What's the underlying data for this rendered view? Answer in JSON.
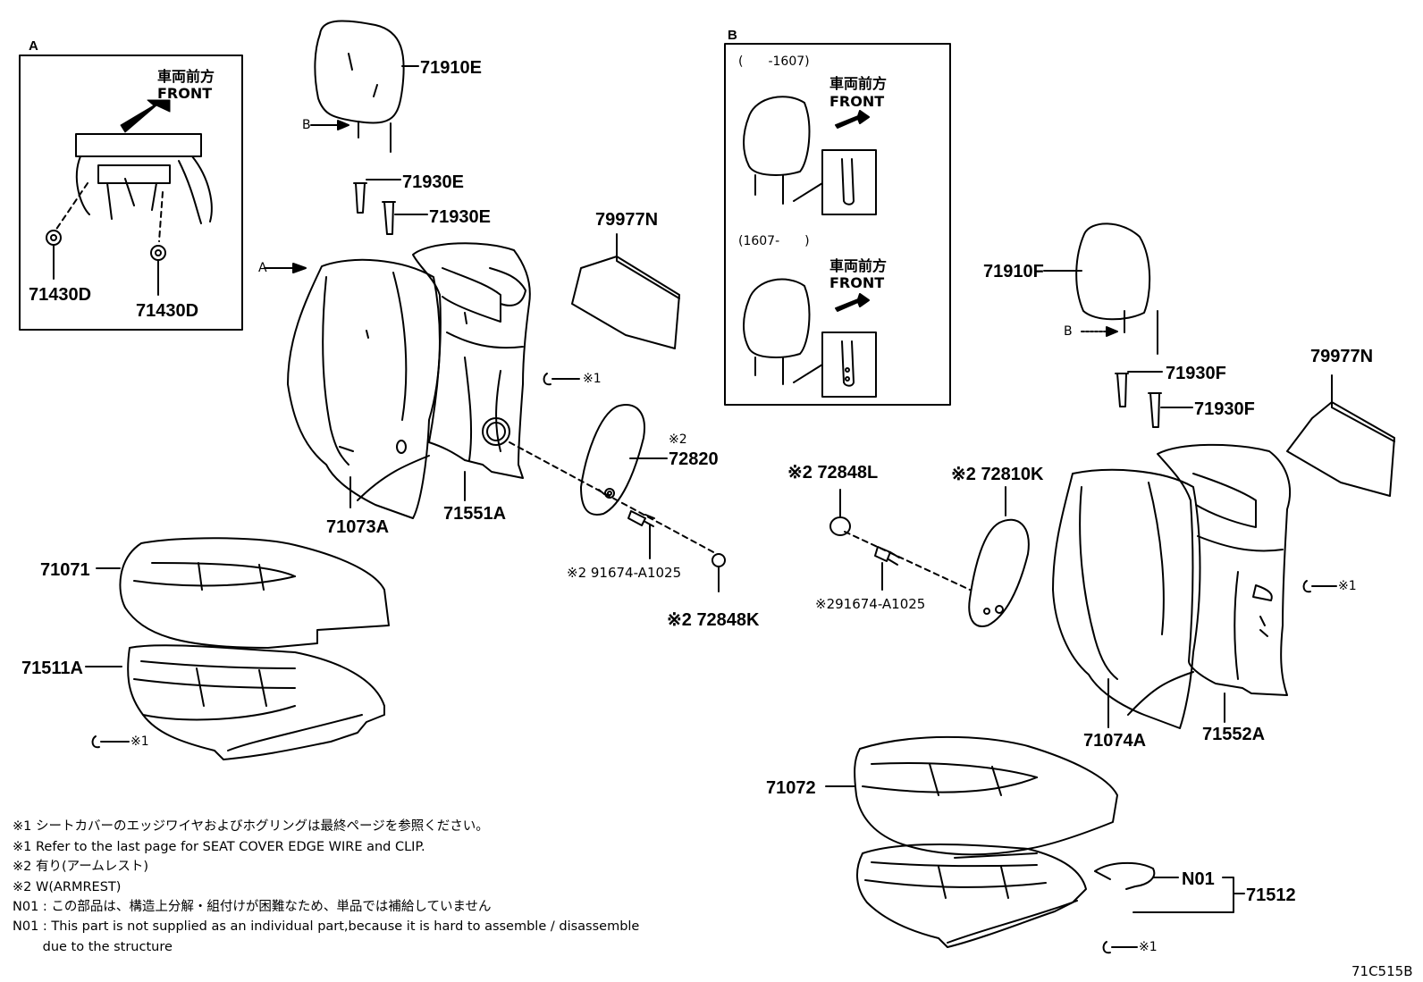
{
  "inset_a": {
    "title": "A",
    "front_jp": "車両前方",
    "front_en": "FRONT",
    "parts": [
      "71430D",
      "71430D"
    ]
  },
  "inset_b": {
    "title": "B",
    "period_1": "(　　-1607)",
    "period_2": "(1607-　　)",
    "front_jp": "車両前方",
    "front_en": "FRONT"
  },
  "callouts": {
    "arrow_a": "A",
    "arrow_b_left": "B",
    "arrow_b_right": "B",
    "clip_mark": "※1"
  },
  "parts": {
    "headrest_left": "71910E",
    "guide_left_1": "71930E",
    "guide_left_2": "71930E",
    "pad_left": "79977N",
    "back_cover_left": "71073A",
    "back_frame_left": "71551A",
    "armrest_left": "72820",
    "armrest_left_note": "※2",
    "bolt_left": "※2 91674-A1025",
    "cap_left": "※2 72848K",
    "cushion_cover_left": "71071",
    "cushion_pad_left": "71511A",
    "headrest_right": "71910F",
    "guide_right_1": "71930F",
    "guide_right_2": "71930F",
    "pad_right": "79977N",
    "cap_right": "※2 72848L",
    "armrest_right": "※2 72810K",
    "bolt_right": "※291674-A1025",
    "back_cover_right": "71074A",
    "back_frame_right": "71552A",
    "cushion_cover_right": "71072",
    "harness": "N01",
    "cushion_pad_right": "71512"
  },
  "notes": [
    "※1 シートカバーのエッジワイヤおよびホグリングは最終ページを参照ください。",
    "※1 Refer to the last page for SEAT COVER EDGE WIRE and CLIP.",
    "※2 有り(アームレスト)",
    "※2 W(ARMREST)",
    "N01 : この部品は、構造上分解・組付けが困難なため、単品では補給していません",
    "N01 : This part is not supplied as an individual part,because it is hard to assemble / disassemble",
    "　　 due to the structure"
  ],
  "diagram_code": "71C515B"
}
